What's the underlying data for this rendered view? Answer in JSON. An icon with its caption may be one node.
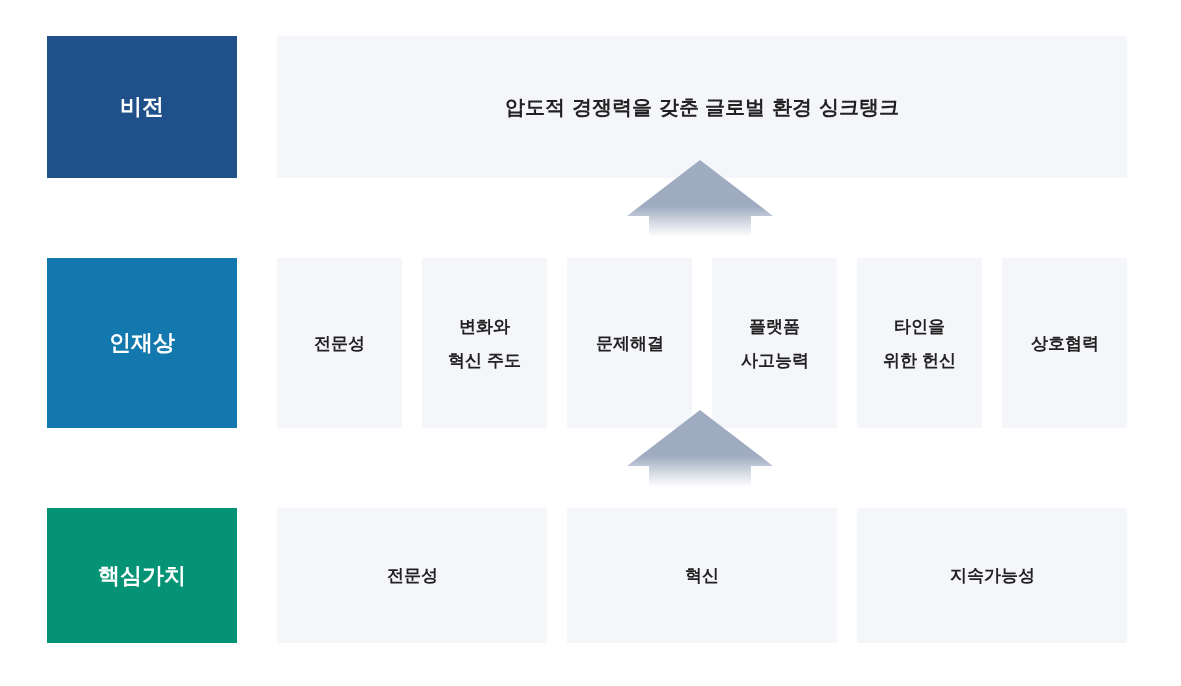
{
  "diagram": {
    "nodes": [
      {
        "text": [
          "비전"
        ]
      },
      {
        "text": [
          "압도적 경쟁력을 갖춘 글로벌 환경 싱크탱크"
        ]
      },
      {
        "text": [
          "인재상"
        ]
      },
      {
        "text": [
          "전문성"
        ]
      },
      {
        "text": [
          "변화와 혁신 주도"
        ]
      },
      {
        "text": [
          "문제해결"
        ]
      },
      {
        "text": [
          "플랫폼 사고능력"
        ]
      },
      {
        "text": [
          "타인을 위한 헌신"
        ]
      },
      {
        "text": [
          "상호협력"
        ]
      },
      {
        "text": [
          "핵심가치"
        ]
      },
      {
        "text": [
          "전문성"
        ]
      },
      {
        "text": [
          "혁신"
        ]
      },
      {
        "text": [
          "지속가능성"
        ]
      }
    ],
    "edges": [
      {
        "from": null,
        "to": 1,
        "arrow": "to"
      },
      {
        "from": 11,
        "to": null,
        "arrow": "to"
      }
    ]
  }
}
